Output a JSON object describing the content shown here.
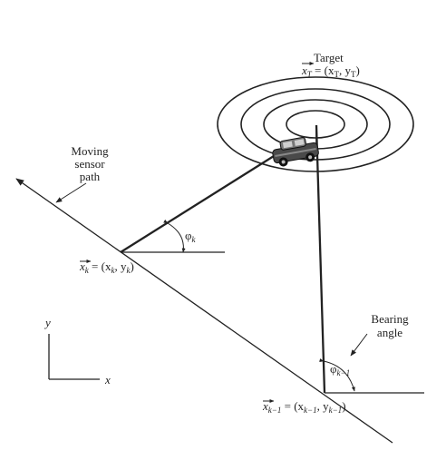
{
  "labels": {
    "target_title": "Target",
    "target_vec": "x",
    "target_vec_sub": "T",
    "target_eq_rest": " = (x",
    "target_x_sub": "T",
    "target_comma": ", y",
    "target_y_sub": "T",
    "target_close": ")",
    "sensor_path_line1": "Moving",
    "sensor_path_line2": "sensor",
    "sensor_path_line3": "path",
    "phi": "φ",
    "phi_k_sub": "k",
    "phi_km1_sub": "k−1",
    "pos_k_vec": "x",
    "pos_k_vec_sub": "k",
    "pos_k_eq": " = (x",
    "pos_k_x_sub": "k",
    "pos_k_comma": ", y",
    "pos_k_y_sub": "k",
    "pos_k_close": ")",
    "pos_km1_vec": "x",
    "pos_km1_vec_sub": "k−1",
    "pos_km1_eq": " = (x",
    "pos_km1_x_sub": "k−1",
    "pos_km1_comma": ", y",
    "pos_km1_y_sub": "k−1",
    "pos_km1_close": ")",
    "bearing_line1": "Bearing",
    "bearing_line2": "angle",
    "axis_x": "x",
    "axis_y": "y"
  },
  "icons": {
    "target": "car-icon"
  },
  "colors": {
    "line": "#222222",
    "car_body": "#4a4a4a"
  }
}
